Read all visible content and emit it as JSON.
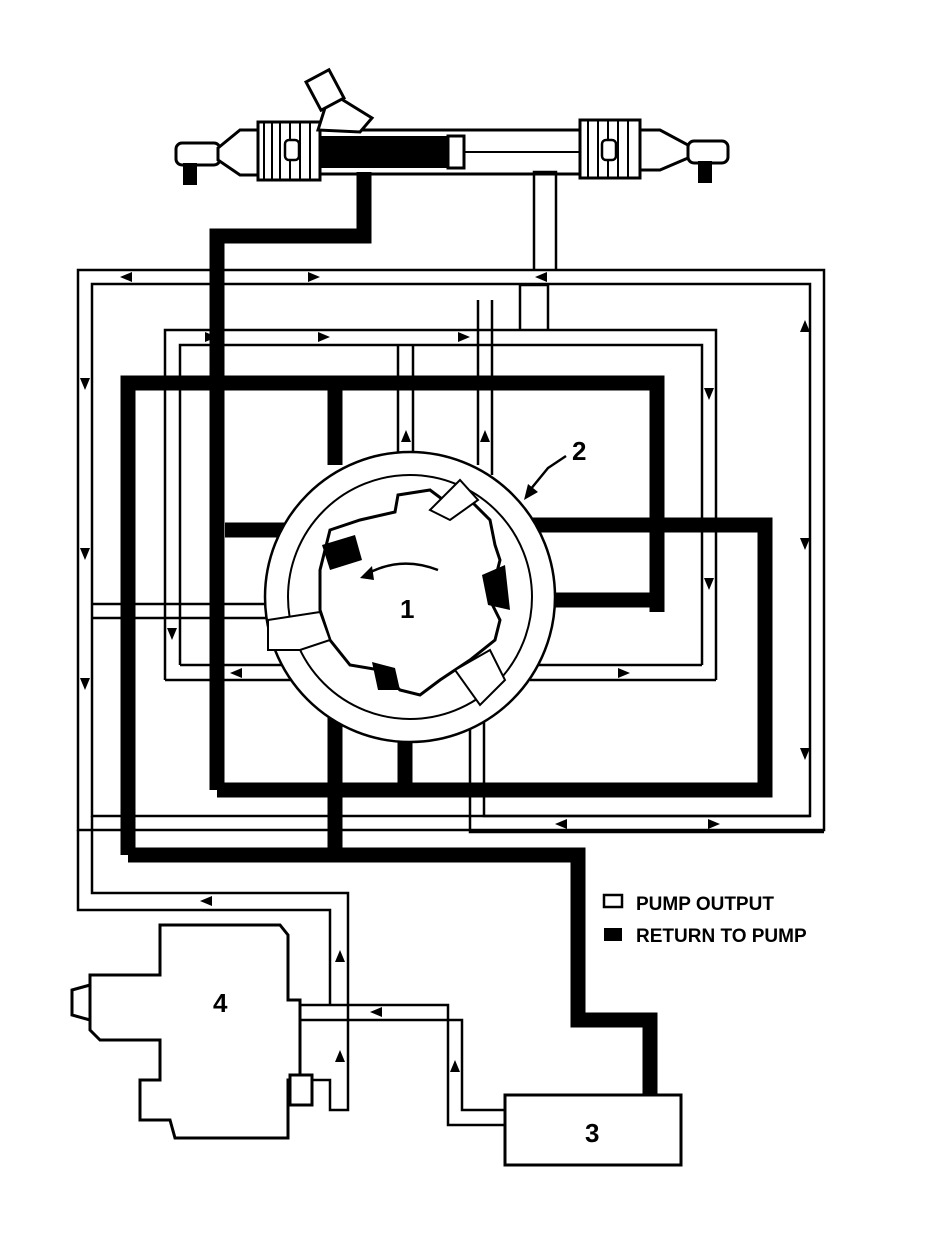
{
  "diagram": {
    "labels": {
      "rotor": "1",
      "valve_body": "2",
      "cooler": "3",
      "pump": "4"
    },
    "legend": [
      {
        "label": "PUMP OUTPUT",
        "style": "outline"
      },
      {
        "label": "RETURN TO PUMP",
        "style": "solid"
      }
    ],
    "colors": {
      "line": "#000000",
      "background": "#ffffff"
    }
  }
}
